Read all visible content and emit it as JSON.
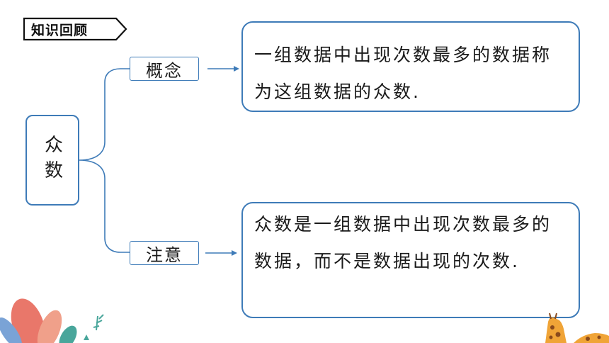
{
  "title": "知识回顾",
  "root": {
    "label": "众数"
  },
  "branches": [
    {
      "label": "概念",
      "text": "一组数据中出现次数最多的数据称为这组数据的众数."
    },
    {
      "label": "注意",
      "text": "众数是一组数据中出现次数最多的数据，而不是数据出现的次数."
    }
  ],
  "colors": {
    "border": "#3e7bb8",
    "connector": "#3e7bb8"
  }
}
